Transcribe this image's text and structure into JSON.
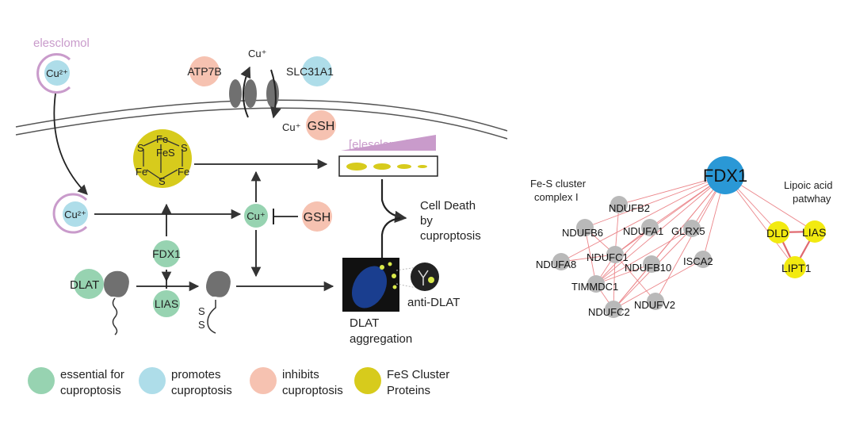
{
  "colors": {
    "essential": "#97d3b1",
    "promotes": "#aedde9",
    "inhibits": "#f6c2b1",
    "fes": "#d7cb1c",
    "elesclomol": "#c99bcb",
    "network_edge": "#e9797e",
    "network_node": "#b9b9b9",
    "hub": "#2a98d6",
    "lipoic_node": "#f2ea10"
  },
  "labels": {
    "elesclomol_top": "elesclomol",
    "cu2_top": "Cu²⁺",
    "atp7b": "ATP7B",
    "slc31a1": "SLC31A1",
    "cu_plus_out": "Cu⁺",
    "cu_plus_in": "Cu⁺",
    "gsh_top": "GSH",
    "fe1": "Fe",
    "fe2": "Fe",
    "fe3": "Fe",
    "fe4": "Fe",
    "s1": "S",
    "s2": "S",
    "s3": "S",
    "s4": "S",
    "elesclomol_bracket": "[elesclomol]",
    "cu2_mid": "Cu²⁺",
    "cu_plus_mid": "Cu⁺",
    "gsh_mid": "GSH",
    "fdx1_left": "FDX1",
    "lias_left": "LIAS",
    "dlat": "DLAT",
    "disulfide_s1": "S",
    "disulfide_s2": "S",
    "cell_death_1": "Cell Death",
    "cell_death_2": "by",
    "cell_death_3": "cuproptosis",
    "anti_dlat": "anti-DLAT",
    "dlat_agg_1": "DLAT",
    "dlat_agg_2": "aggregation"
  },
  "legend": [
    {
      "line1": "essential for",
      "line2": "cuproptosis"
    },
    {
      "line1": "promotes",
      "line2": "cuproptosis"
    },
    {
      "line1": "inhibits",
      "line2": "cuproptosis"
    },
    {
      "line1": "FeS Cluster",
      "line2": "Proteins"
    }
  ],
  "network": {
    "hub": "FDX1",
    "group_left_1": "Fe-S cluster",
    "group_left_2": "complex I",
    "group_right_1": "Lipoic acid",
    "group_right_2": "patwhay",
    "complex_nodes": [
      "NDUFB2",
      "NDUFB6",
      "NDUFA1",
      "GLRX5",
      "NDUFC1",
      "NDUFA8",
      "ISCA2",
      "NDUFB10",
      "TIMMDC1",
      "NDUFV2",
      "NDUFC2"
    ],
    "lipoic_nodes": [
      "DLD",
      "LIAS",
      "LIPT1"
    ]
  }
}
